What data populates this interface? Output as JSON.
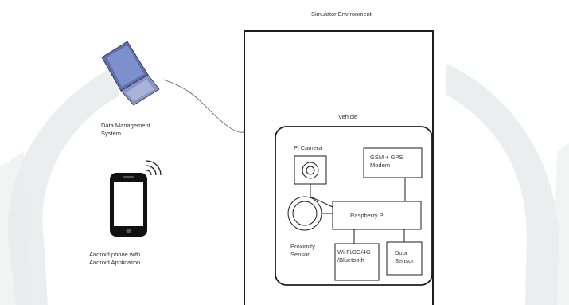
{
  "title": "Simulator Environment",
  "vehicle_label": "Vehicle",
  "data_management": {
    "line1": "Data Management",
    "line2": "System"
  },
  "android": {
    "line1": "Android phone with",
    "line2": "Android Application"
  },
  "components": {
    "pi_camera": "Pi Camera",
    "gsm_gps": {
      "line1": "GSM + GPS",
      "line2": "Modem"
    },
    "raspberry_pi": "Raspberry Pi",
    "proximity": {
      "line1": "Proximity",
      "line2": "Sensor"
    },
    "wifi": {
      "line1": "Wi-Fi/3G/4G",
      "line2": "/Bluetooth"
    },
    "door": {
      "line1": "Door",
      "line2": "Sensor"
    }
  },
  "colors": {
    "watermark": "#e9eded",
    "line": "#1e1e1e",
    "laptop": "#6a7ab8"
  },
  "icons": [
    "laptop-icon",
    "smartphone-icon",
    "wireless-signal-icon",
    "camera-lens-icon",
    "proximity-sensor-icon"
  ]
}
